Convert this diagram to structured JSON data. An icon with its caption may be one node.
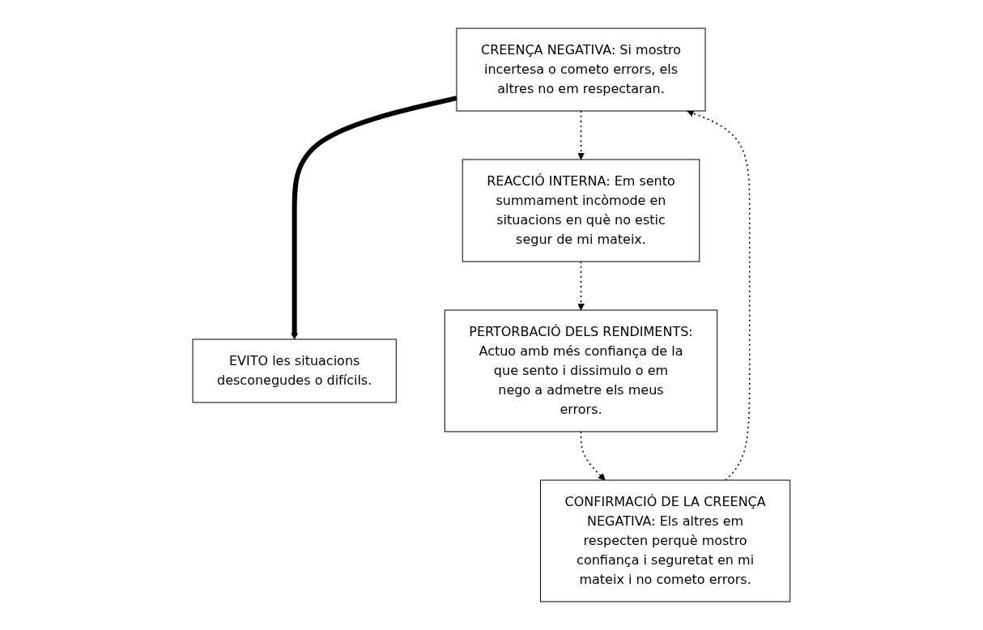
{
  "diagram": {
    "nodes": [
      {
        "text": [
          "EVITO les situacions desconegudes o difícils."
        ]
      },
      {
        "text": [
          "CREENÇA NEGATIVA: Si mostro incertesa o cometo errors, els altres no em respectaran."
        ]
      },
      {
        "text": [
          "REACCIÓ INTERNA: Em sento summament incòmode en situacions en què no estic segur de mi mateix."
        ]
      },
      {
        "text": [
          "PERTORBACIÓ DELS RENDIMENTS: Actuo amb més confiança de la que sento i dissimulo o em nego a admetre els meus errors."
        ]
      },
      {
        "text": [
          "CONFIRMACIÓ DE LA CREENÇA NEGATIVA: Els altres em respecten perquè mostro confiança i seguretat en mi mateix i no cometo errors."
        ]
      }
    ],
    "edges": [
      {
        "from": 1,
        "to": 2,
        "arrow": "to",
        "style": "dashed"
      },
      {
        "from": 1,
        "to": 0,
        "arrow": "to",
        "style": "thick"
      },
      {
        "from": 2,
        "to": 3,
        "arrow": "to",
        "style": "dashed"
      },
      {
        "from": 3,
        "to": 4,
        "arrow": "to",
        "style": "dashed"
      },
      {
        "from": 4,
        "to": 1,
        "arrow": "to",
        "style": "dashed"
      }
    ]
  }
}
